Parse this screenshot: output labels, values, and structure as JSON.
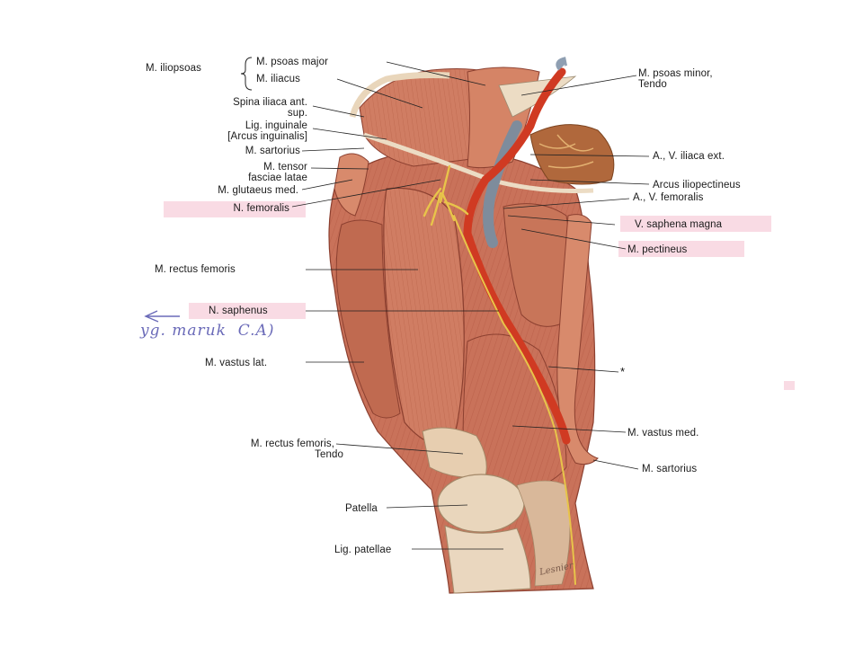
{
  "labels_left": {
    "iliopsoas": "M. iliopsoas",
    "psoas_major": "M. psoas major",
    "iliacus": "M. iliacus",
    "spina_1": "Spina iliaca ant.",
    "spina_2": "sup.",
    "lig_inguinale_1": "Lig. inguinale",
    "lig_inguinale_2": "[Arcus inguinalis]",
    "sartorius_upper": "M. sartorius",
    "tensor_1": "M. tensor",
    "tensor_2": "fasciae latae",
    "glutaeus": "M. glutaeus med.",
    "n_femoralis": "N. femoralis",
    "rectus_femoris": "M. rectus femoris",
    "n_saphenus": "N. saphenus",
    "handnote": "yg. maruk  C.A)",
    "vastus_lat": "M. vastus lat.",
    "rectus_tendo_1": "M. rectus femoris,",
    "rectus_tendo_2": "Tendo",
    "patella": "Patella",
    "lig_patellae": "Lig. patellae"
  },
  "labels_right": {
    "psoas_minor_1": "M. psoas minor,",
    "psoas_minor_2": "Tendo",
    "iliaca_ext": "A., V. iliaca ext.",
    "arcus": "Arcus iliopectineus",
    "femoralis_av": "A., V. femoralis",
    "saphena": "V. saphena magna",
    "pectineus": "M. pectineus",
    "star": "*",
    "vastus_med": "M. vastus med.",
    "sartorius_lower": "M. sartorius"
  },
  "signature": "Lesnier",
  "colors": {
    "muscle": "#c9725a",
    "muscle_dark": "#a4503d",
    "muscle_light": "#e2a387",
    "tendon": "#ead7bf",
    "artery": "#d03a22",
    "vein": "#7e8c9c",
    "nerve": "#e8c44a",
    "highlight": "#f9dbe4",
    "handwriting": "#6a6ab8"
  }
}
